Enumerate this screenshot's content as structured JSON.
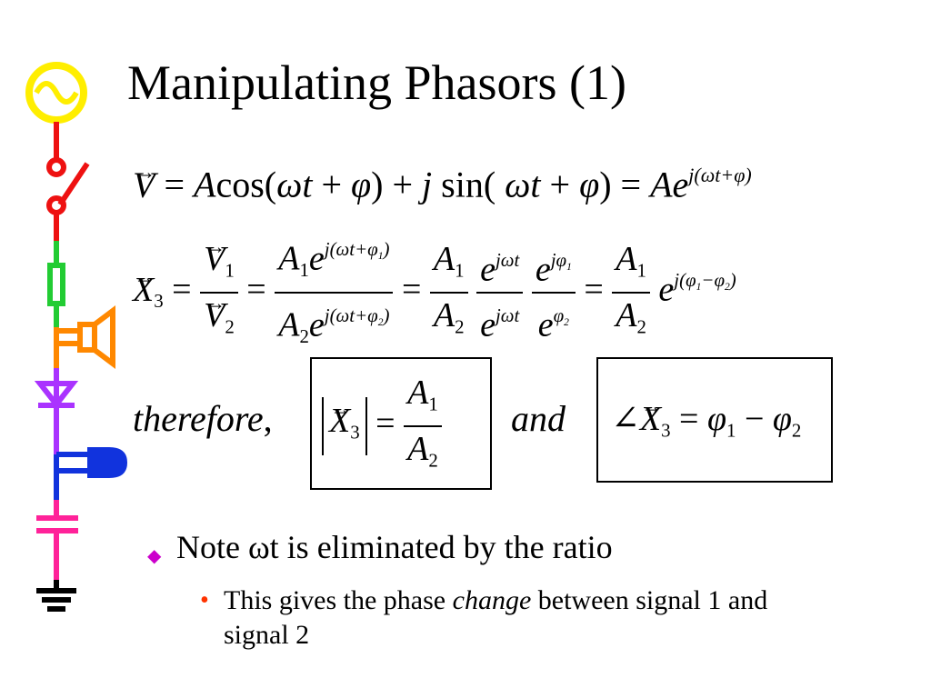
{
  "slide": {
    "title": "Manipulating Phasors (1)"
  },
  "equations": {
    "line1": {
      "V": "V",
      "eq": "=",
      "A": "A",
      "cos": "cos(",
      "omega_t": "ωt",
      "plus": "+",
      "phi": "φ",
      "close": ")",
      "plus_j": "+ ",
      "j": "j",
      "sin": "sin(",
      "e_part": "Ae",
      "exponent": "j(ωt+φ)"
    },
    "line2": {
      "X3": "X",
      "X3_sub": "3",
      "V1": "V",
      "V1_sub": "1",
      "V2": "V",
      "V2_sub": "2",
      "A1": "A",
      "A1_sub": "1",
      "A2": "A",
      "A2_sub": "2",
      "e": "e",
      "exp_num": "j(ωt+φ",
      "exp_num_sub": "1",
      "exp_den": "j(ωt+φ",
      "exp_den_sub": "2",
      "exp_jwt": "jωt",
      "exp_jphi1": "jφ",
      "exp_jphi1_sub": "1",
      "exp_phi2": "φ",
      "exp_phi2_sub": "2",
      "exp_final": "j(φ",
      "exp_final_mid": "−φ",
      "close_paren": ")",
      "equals": "="
    },
    "line3": {
      "therefore": "therefore",
      "comma": ",",
      "and": "and",
      "angle": "∠",
      "phi1": "φ",
      "minus": "−",
      "phi2": "φ"
    }
  },
  "bullets": {
    "level1": "Note ωt is eliminated by the ratio",
    "level2_pre": "This gives the phase ",
    "level2_em": "change",
    "level2_post": " between signal 1 and signal 2"
  },
  "colors": {
    "sine_source": "#ffee00",
    "switch": "#ee1111",
    "resistor": "#22cc33",
    "speaker": "#ff8800",
    "diode": "#aa33ff",
    "lamp": "#1133dd",
    "capacitor": "#ff2299",
    "ground": "#000000",
    "bullet1_mark": "#cc00cc",
    "bullet2_mark": "#ff3300"
  },
  "icons": {
    "bullet1": "diamond-bullet-icon",
    "bullet2": "round-bullet-icon"
  }
}
